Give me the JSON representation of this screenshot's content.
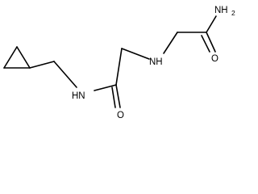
{
  "molecule": {
    "atoms": {
      "amine_nh": "NH",
      "amide_nh": "HN",
      "carbonyl_o_right": "O",
      "carbonyl_o_middle": "O",
      "amide_nh2_main": "NH",
      "amide_nh2_sub": "2"
    },
    "colors": {
      "bond": "#000000",
      "label": "#000000",
      "background": "#ffffff"
    }
  }
}
